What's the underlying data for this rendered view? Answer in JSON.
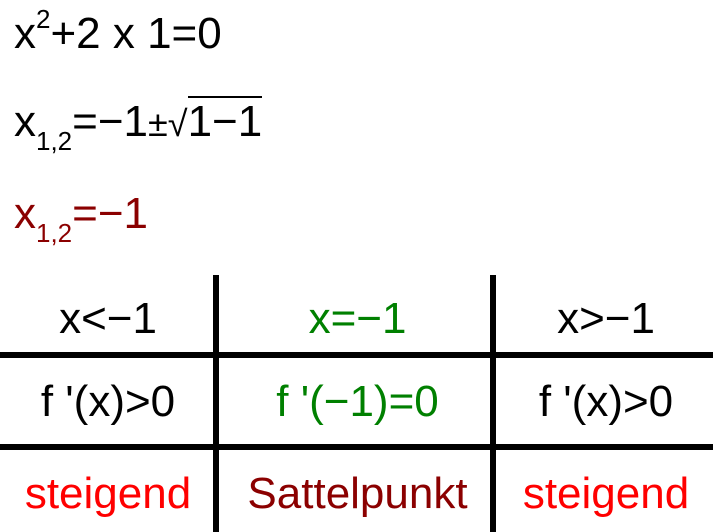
{
  "equations": {
    "line1": {
      "base": "x",
      "sup": "2",
      "rest": "+2 x 1=0"
    },
    "line2": {
      "base": "x",
      "sub": "1,2",
      "rest": "=−1",
      "pm": "±",
      "radical": "√",
      "radicand": "1−1"
    },
    "line3": {
      "base": "x",
      "sub": "1,2",
      "rest": "=−1"
    }
  },
  "table": {
    "header": [
      "x<−1",
      "x=−1",
      "x>−1"
    ],
    "derivative": [
      "f '(x)>0",
      "f '(−1)=0",
      "f '(x)>0"
    ],
    "behavior": [
      "steigend",
      "Sattelpunkt",
      "steigend"
    ]
  },
  "colors": {
    "result": "#8b0000",
    "critical": "#008000",
    "increasing": "#ff0000"
  }
}
